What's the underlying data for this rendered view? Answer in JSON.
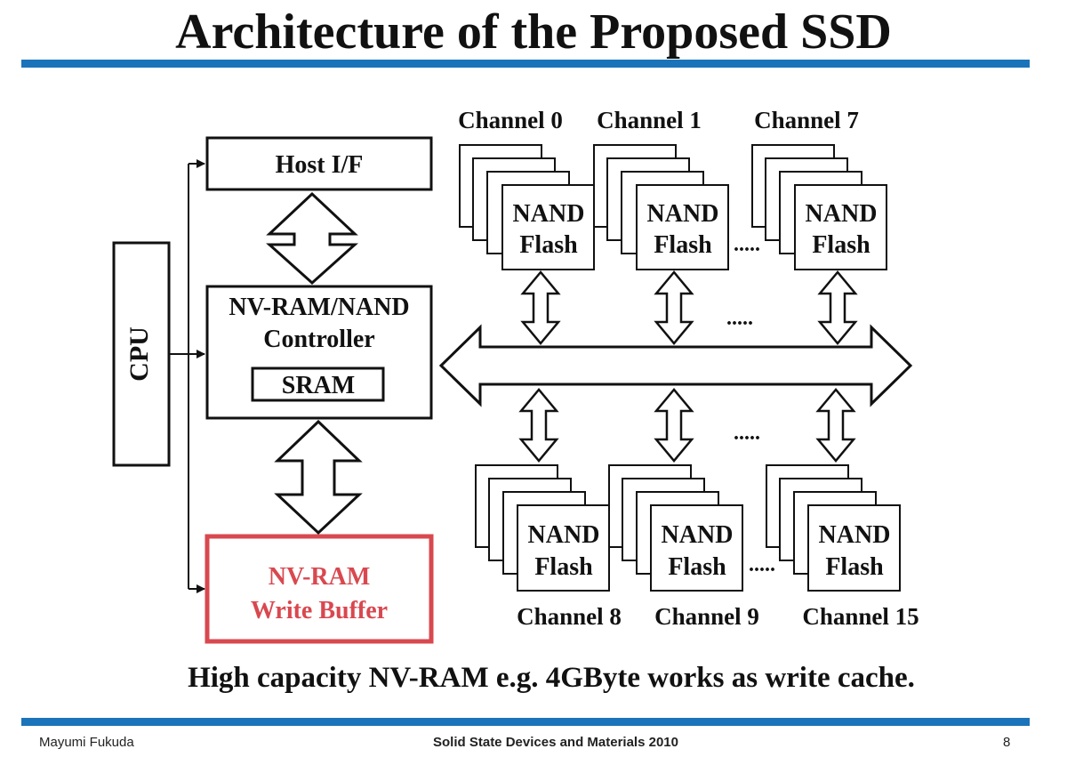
{
  "slide": {
    "title": "Architecture of the Proposed SSD",
    "caption": "High capacity NV-RAM e.g. 4GByte works as write cache."
  },
  "footer": {
    "author": "Mayumi Fukuda",
    "conference": "Solid State Devices and Materials 2010",
    "page": "8"
  },
  "diagram": {
    "cpu": "CPU",
    "host_if": "Host I/F",
    "controller": {
      "line1": "NV-RAM/NAND",
      "line2": "Controller",
      "sram": "SRAM"
    },
    "write_buffer": {
      "line1": "NV-RAM",
      "line2": "Write Buffer",
      "color": "#d9484f"
    },
    "nand": {
      "line1": "NAND",
      "line2": "Flash"
    },
    "ellipsis": ".....",
    "top_channels": [
      "Channel 0",
      "Channel 1",
      "Channel 7"
    ],
    "bottom_channels": [
      "Channel 8",
      "Channel 9",
      "Channel 15"
    ]
  },
  "colors": {
    "accent_bar": "#1b74b9",
    "stroke": "#111111"
  }
}
